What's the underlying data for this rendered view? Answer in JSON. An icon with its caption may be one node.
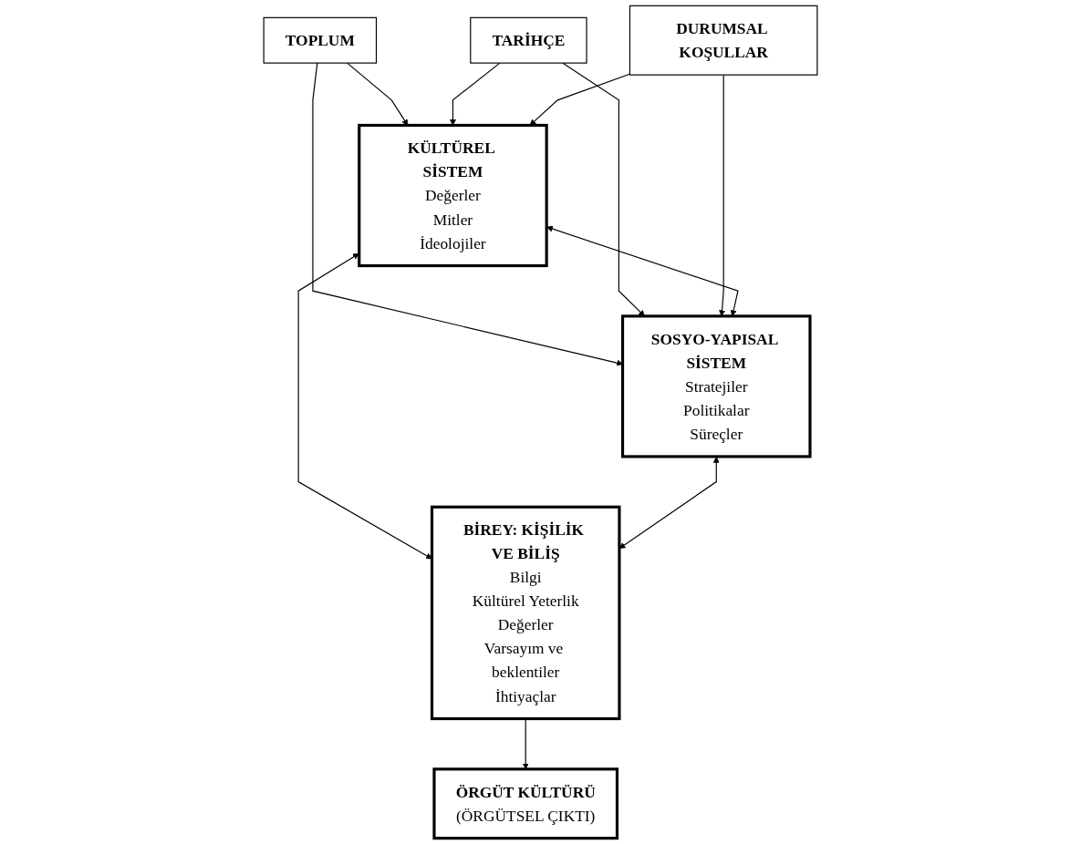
{
  "diagram": {
    "nodes": [
      {
        "text": [
          "TOPLUM"
        ]
      },
      {
        "text": [
          "TARİHÇE"
        ]
      },
      {
        "text": [
          "DURUMSAL KOŞULLAR"
        ]
      },
      {
        "text": [
          "KÜLTÜREL SİSTEM",
          "Değerler",
          "Mitler",
          "İdeolojiler"
        ]
      },
      {
        "text": [
          "SOSYO-YAPISAL SİSTEM",
          "Stratejiler",
          "Politikalar",
          "Süreçler"
        ]
      },
      {
        "text": [
          "BİREY: KİŞİLİK VE BİLİŞ",
          "Bilgi",
          "Kültürel Yeterlik",
          "Değerler",
          "Varsayım ve beklentiler",
          "İhtiyaçlar"
        ]
      },
      {
        "text": [
          "ÖRGÜT KÜLTÜRÜ",
          "(ÖRGÜTSEL ÇIKTI)"
        ]
      }
    ],
    "edges": [
      {
        "from": 0,
        "to": 3,
        "arrow": "to"
      },
      {
        "from": 0,
        "to": 4,
        "arrow": "to"
      },
      {
        "from": 1,
        "to": 3,
        "arrow": "to"
      },
      {
        "from": 1,
        "to": 4,
        "arrow": "to"
      },
      {
        "from": 2,
        "to": 3,
        "arrow": "to"
      },
      {
        "from": 2,
        "to": 4,
        "arrow": "to"
      },
      {
        "from": 3,
        "to": 4,
        "arrow": "both"
      },
      {
        "from": 3,
        "to": 5,
        "arrow": "both"
      },
      {
        "from": 4,
        "to": 5,
        "arrow": "both"
      },
      {
        "from": 5,
        "to": 6,
        "arrow": "to"
      }
    ]
  }
}
